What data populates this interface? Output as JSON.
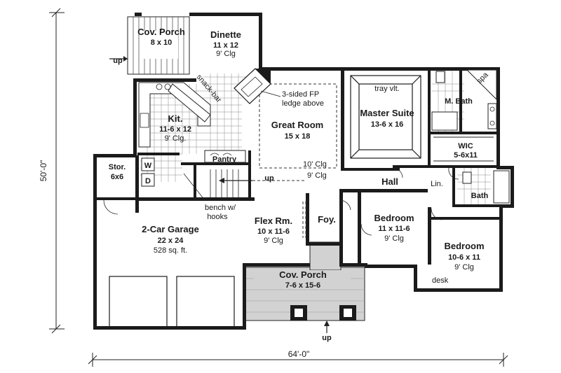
{
  "dimensions": {
    "depth": "50'-0\"",
    "width": "64'-0\""
  },
  "rooms": {
    "cov_porch_rear": {
      "name": "Cov. Porch",
      "size": "8 x 10"
    },
    "dinette": {
      "name": "Dinette",
      "size": "11 x 12",
      "ceiling": "9' Clg"
    },
    "kitchen": {
      "name": "Kit.",
      "size": "11-6 x 12",
      "ceiling": "9' Clg."
    },
    "great_room": {
      "name": "Great Room",
      "size": "15 x 18",
      "ceiling_a": "10' Clg",
      "ceiling_b": "9' Clg"
    },
    "master_suite": {
      "name": "Master Suite",
      "size": "13-6 x 16"
    },
    "master_bath": {
      "name": "M. Bath"
    },
    "wic": {
      "name": "WIC",
      "size": "5-6x11"
    },
    "storage": {
      "name": "Stor.",
      "size": "6x6"
    },
    "pantry": {
      "name": "Pantry"
    },
    "hall": {
      "name": "Hall"
    },
    "linen": {
      "name": "Lin."
    },
    "bath": {
      "name": "Bath"
    },
    "garage": {
      "name": "2-Car Garage",
      "size": "22 x 24",
      "area": "528 sq. ft."
    },
    "flex_room": {
      "name": "Flex Rm.",
      "size": "10 x 11-6",
      "ceiling": "9' Clg"
    },
    "foyer": {
      "name": "Foy."
    },
    "bedroom_2": {
      "name": "Bedroom",
      "size": "11 x 11-6",
      "ceiling": "9' Clg"
    },
    "bedroom_3": {
      "name": "Bedroom",
      "size": "10-6 x 11",
      "ceiling": "9' Clg"
    },
    "cov_porch_front": {
      "name": "Cov. Porch",
      "size": "7-6 x 15-6"
    }
  },
  "notes": {
    "up_rear": "up",
    "up_stair": "up",
    "up_front": "up",
    "snack_bar": "snack-bar",
    "fireplace_line1": "3-sided FP",
    "fireplace_line2": "ledge above",
    "tray_vault": "tray vlt.",
    "spa": "spa",
    "washer": "W",
    "dryer": "D",
    "bench_line1": "bench w/",
    "bench_line2": "hooks",
    "desk": "desk"
  }
}
